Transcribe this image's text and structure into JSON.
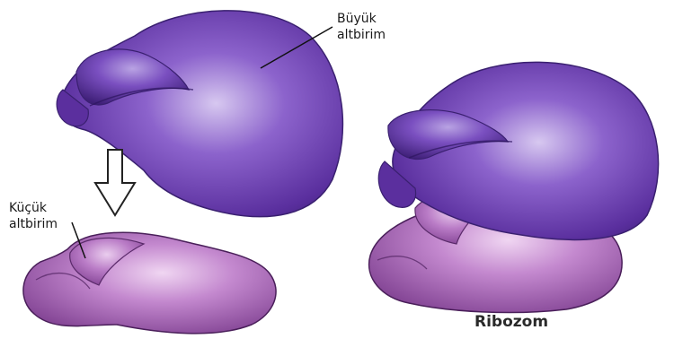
{
  "labels": {
    "large_subunit_line1": "Büyük",
    "large_subunit_line2": "altbirim",
    "small_subunit_line1": "Küçük",
    "small_subunit_line2": "altbirim",
    "ribosome": "Ribozom"
  },
  "colors": {
    "large_subunit": "#6a3fb0",
    "small_subunit": "#b779c4",
    "outline": "#3a2070"
  },
  "icons": {
    "assembly_arrow": "arrow-down-icon"
  }
}
